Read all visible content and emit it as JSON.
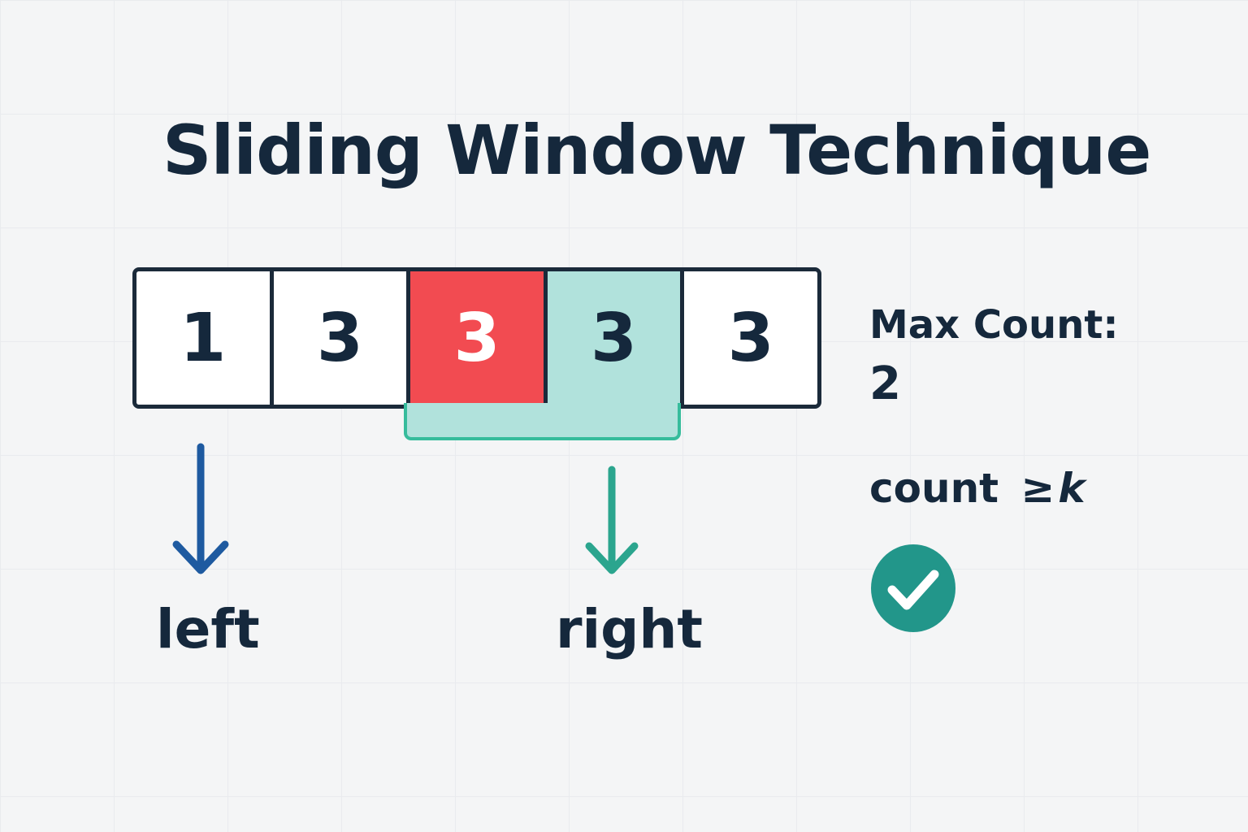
{
  "title": "Sliding Window Technique",
  "array": {
    "cells": [
      {
        "value": "1",
        "state": "normal",
        "bg": "#ffffff",
        "fg": "#15283c"
      },
      {
        "value": "3",
        "state": "normal",
        "bg": "#ffffff",
        "fg": "#15283c"
      },
      {
        "value": "3",
        "state": "current",
        "bg": "#f24b51",
        "fg": "#ffffff"
      },
      {
        "value": "3",
        "state": "window",
        "bg": "#b1e2dc",
        "fg": "#15283c"
      },
      {
        "value": "3",
        "state": "normal",
        "bg": "#ffffff",
        "fg": "#15283c"
      }
    ]
  },
  "pointers": {
    "left": {
      "label": "left",
      "color": "#1e5aa0"
    },
    "right": {
      "label": "right",
      "color": "#2ba58e"
    }
  },
  "stats": {
    "max_count_label": "Max Count:",
    "max_count_value": "2",
    "condition_text": "count",
    "condition_op": "≥",
    "condition_var": "k"
  },
  "status": {
    "icon": "check-circle-icon",
    "color": "#22968a"
  },
  "colors": {
    "text": "#15283c",
    "border": "#1b2a3a",
    "window_border": "#36bc9c"
  }
}
